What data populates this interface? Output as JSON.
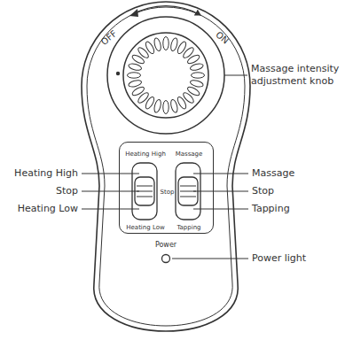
{
  "diagram": {
    "nodes": [
      {
        "text": [
          "Heating High",
          "Massage",
          "Stop",
          "Heating Low",
          "Tapping"
        ]
      }
    ],
    "labels": [
      "OFF",
      "ON",
      "Massage intensity adjustment knob",
      "Heating High",
      "Stop",
      "Heating Low",
      "Massage",
      "Stop",
      "Tapping",
      "Power",
      "Power light"
    ]
  }
}
